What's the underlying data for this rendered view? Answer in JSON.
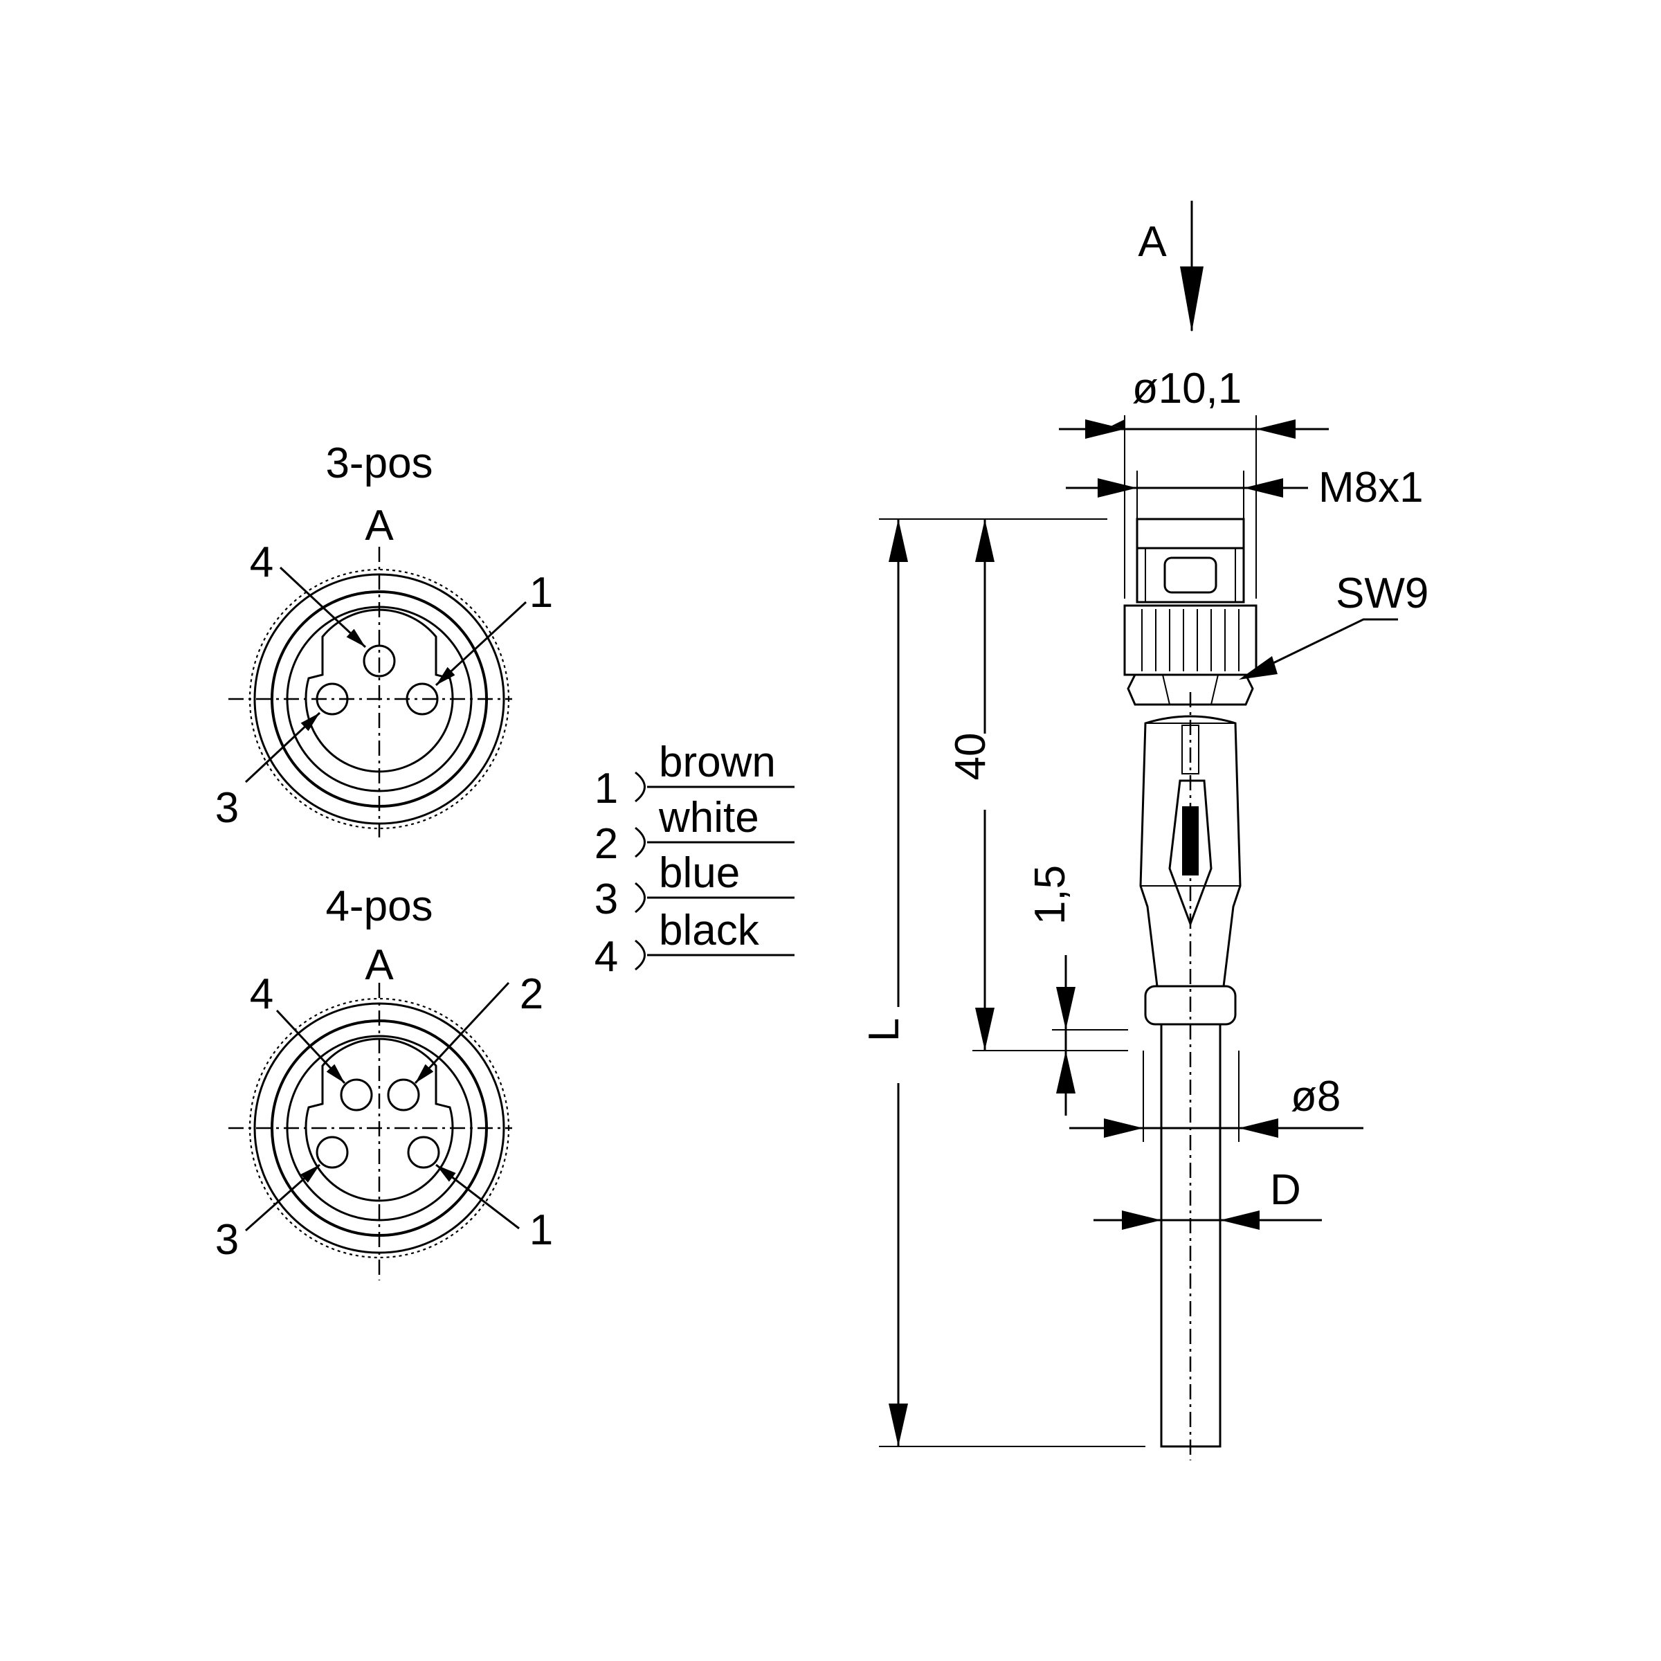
{
  "colors": {
    "line": "#000000",
    "background": "#ffffff"
  },
  "view_3pos": {
    "title": "3-pos",
    "view_letter": "A",
    "pins": {
      "p1": "1",
      "p3": "3",
      "p4": "4"
    }
  },
  "view_4pos": {
    "title": "4-pos",
    "view_letter": "A",
    "pins": {
      "p1": "1",
      "p2": "2",
      "p3": "3",
      "p4": "4"
    }
  },
  "wires": [
    {
      "number": "1",
      "color": "brown"
    },
    {
      "number": "2",
      "color": "white"
    },
    {
      "number": "3",
      "color": "blue"
    },
    {
      "number": "4",
      "color": "black"
    }
  ],
  "side_view": {
    "view_arrow": "A",
    "dim_nut_diameter": "ø10,1",
    "dim_thread": "M8x1",
    "dim_wrench": "SW9",
    "dim_length_40": "40",
    "dim_1_5": "1,5",
    "dim_total_length": "L",
    "dim_cable_diameter": "ø8",
    "dim_cable": "D"
  }
}
